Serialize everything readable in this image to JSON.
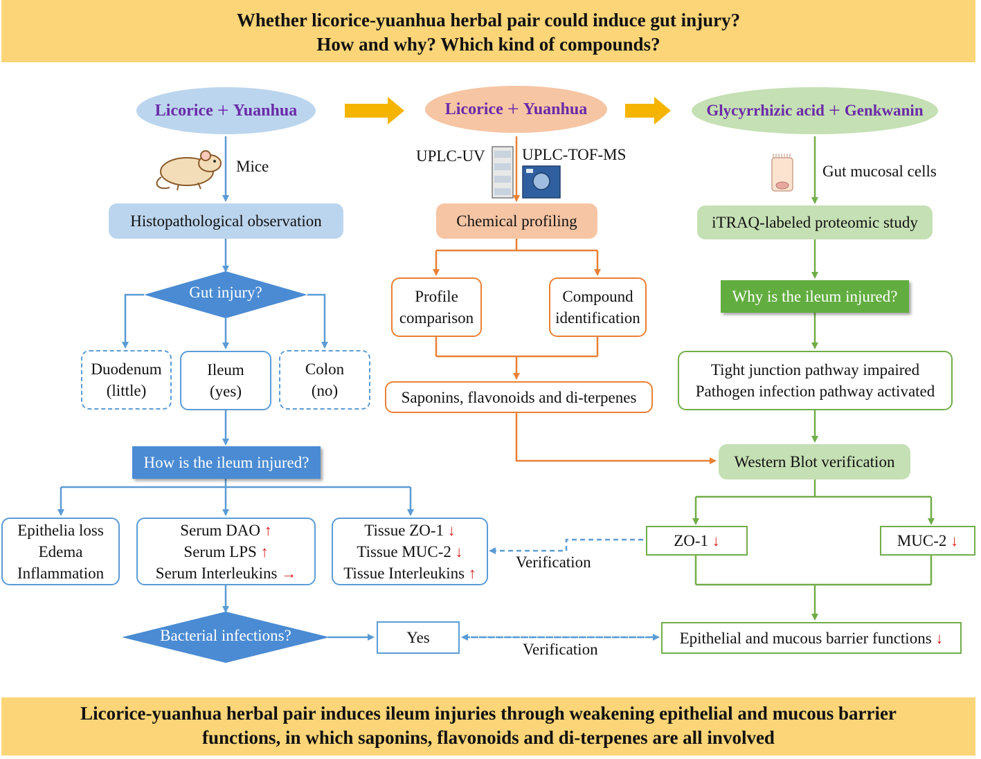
{
  "header": {
    "line1": "Whether licorice-yuanhua herbal pair could induce gut injury?",
    "line2": "How and why? Which kind of compounds?"
  },
  "footer": {
    "line1": "Licorice-yuanhua herbal pair induces ileum injuries through weakening epithelial and mucous barrier",
    "line2": "functions, in which saponins, flavonoids and di-terpenes are all involved"
  },
  "colors": {
    "banner": "#fbd577",
    "blue": "#5b9bd5",
    "orange": "#e98034",
    "green": "#70ad47",
    "purple_text": "#6a2aa8",
    "arrow_red": "#d7191c",
    "big_arrow": "#f5b400"
  },
  "left": {
    "top_a": "Licorice",
    "top_plus": "+",
    "top_b": "Yuanhua",
    "model_label": "Mice",
    "model_icon": "mouse-icon",
    "histo": "Histopathological observation",
    "decision": "Gut injury?",
    "duodenum": [
      "Duodenum",
      "(little)"
    ],
    "ileum": [
      "Ileum",
      "(yes)"
    ],
    "colon": [
      "Colon",
      "(no)"
    ],
    "how": "How is the ileum injured?",
    "epithelia": [
      "Epithelia loss",
      "Edema",
      "Inflammation"
    ],
    "serum": [
      "Serum DAO",
      "Serum LPS",
      "Serum Interleukins"
    ],
    "serum_arrows": [
      "↑",
      "↑",
      "→"
    ],
    "tissue": [
      "Tissue ZO-1",
      "Tissue MUC-2",
      "Tissue Interleukins"
    ],
    "tissue_arrows": [
      "↓",
      "↓",
      "↑"
    ],
    "bacterial": "Bacterial infections?",
    "yes": "Yes"
  },
  "middle": {
    "top_a": "Licorice",
    "top_plus": "+",
    "top_b": "Yuanhua",
    "uplc_uv": "UPLC-UV",
    "uplc_tof": "UPLC-TOF-MS",
    "instrument_icon": "chromatograph-icon",
    "profiling": "Chemical profiling",
    "profile_comp": [
      "Profile",
      "comparison"
    ],
    "compound_id": [
      "Compound",
      "identification"
    ],
    "result": "Saponins, flavonoids and di-terpenes"
  },
  "right": {
    "top_a": "Glycyrrhizic acid",
    "top_plus": "+",
    "top_b": "Genkwanin",
    "cells_label": "Gut mucosal cells",
    "cells_icon": "cell-icon",
    "proteomic": "iTRAQ-labeled proteomic study",
    "why": "Why is the ileum injured?",
    "pathway": [
      "Tight junction pathway impaired",
      "Pathogen infection pathway activated"
    ],
    "western": "Western Blot verification",
    "zo1": "ZO-1",
    "zo1_arrow": "↓",
    "muc2": "MUC-2",
    "muc2_arrow": "↓",
    "barrier": "Epithelial and mucous barrier functions",
    "barrier_arrow": "↓"
  },
  "verification_top": "Verification",
  "verification_bottom": "Verification"
}
